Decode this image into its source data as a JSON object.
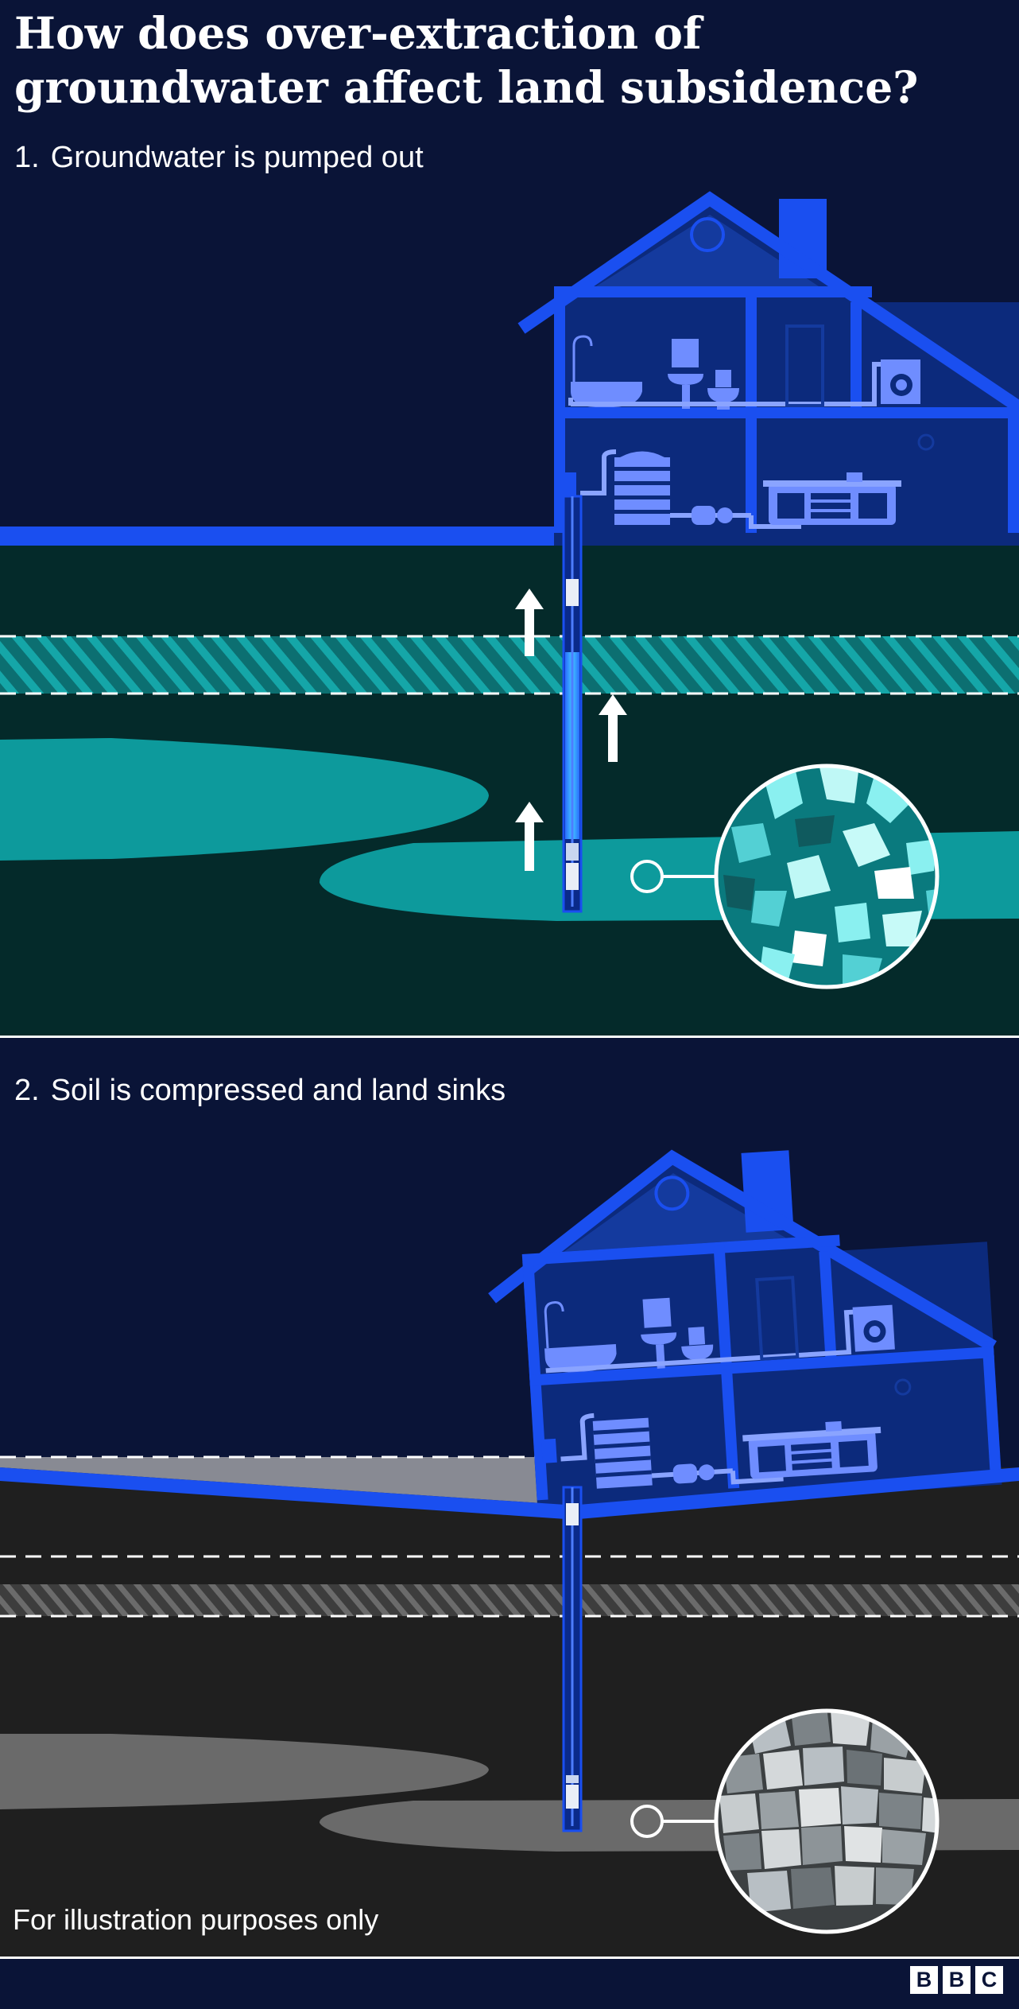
{
  "title": "How does over-extraction of groundwater affect land subsidence?",
  "steps": [
    {
      "number": "1.",
      "label": "Groundwater is pumped out"
    },
    {
      "number": "2.",
      "label": "Soil is compressed and land sinks"
    }
  ],
  "footnote": "For illustration purposes only",
  "logo": {
    "letters": [
      "B",
      "B",
      "C"
    ]
  },
  "colors": {
    "background": "#0a1437",
    "house_blue": "#1a4ff0",
    "house_interior": "#0c2a7c",
    "soil_dark_green": "#042a2a",
    "aquifer_teal": "#0d9a9c",
    "soil_dark_grey": "#1f1f1f",
    "aquifer_grey": "#6a6a6a",
    "subsidence_grey": "#888a93",
    "dashed_line": "#ffffff"
  },
  "icons": [
    "house-icon",
    "bathtub-icon",
    "toilet-icon",
    "sink-icon",
    "washing-machine-icon",
    "water-tank-icon",
    "kitchen-counter-icon",
    "water-pump-icon",
    "well-pipe-icon",
    "up-arrow-icon",
    "soil-magnifier-icon"
  ]
}
